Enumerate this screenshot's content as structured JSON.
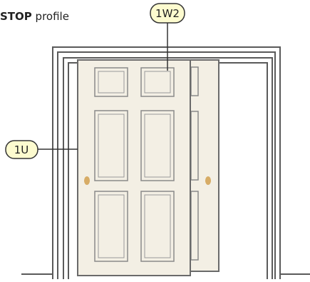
{
  "heading": {
    "bold": "STOP",
    "rest": " profile"
  },
  "callouts": [
    {
      "id": "callout-1w2",
      "label": "1W2"
    },
    {
      "id": "callout-1u",
      "label": "1U"
    }
  ],
  "colors": {
    "callout_fill": "#fdfbcf",
    "callout_stroke": "#333333",
    "frame_stroke": "#5a5a5a",
    "door_fill": "#f3efe4",
    "door_stroke": "#6a6a6a",
    "knob": "#d7ac66"
  },
  "icons": [
    "door-knob-icon"
  ]
}
